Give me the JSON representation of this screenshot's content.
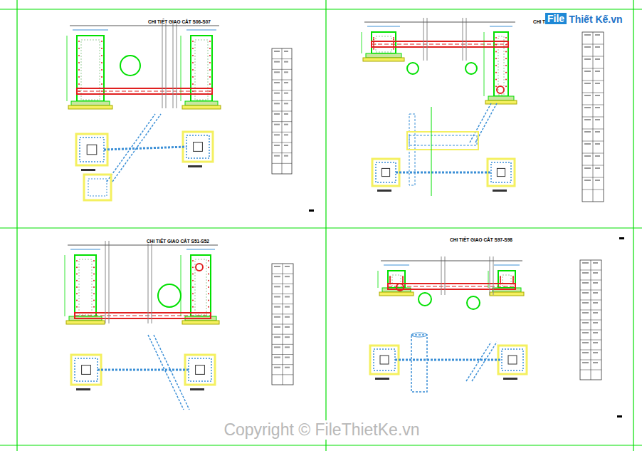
{
  "diagram": {
    "labels": [
      "CHI TIẾT GIAO CẮT S06-S07",
      "CHI TIẾT G",
      "CHI TIẾT GIAO CẮT S51-S52",
      "CHI TIẾT GIAO CẮT S97-S98",
      "File",
      "Thiết Kế.vn",
      "Copyright © FileThietKe.vn"
    ]
  }
}
